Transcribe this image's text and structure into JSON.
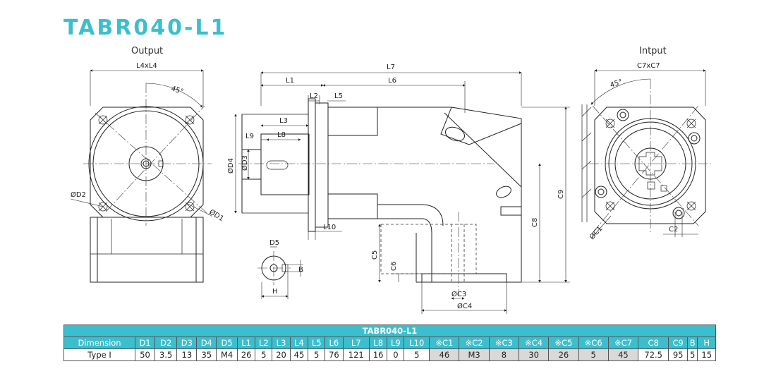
{
  "title": "TABR040-L1",
  "views": {
    "output_label": "Output",
    "input_label": "Intput"
  },
  "dimension_labels": {
    "l4xl4": "L4xL4",
    "angle_out": "45°",
    "d2": "ØD2",
    "d1": "ØD1",
    "l7": "L7",
    "l1": "L1",
    "l6": "L6",
    "l2": "L2",
    "l5": "L5",
    "l3": "L3",
    "l9": "L9",
    "l8": "L8",
    "d4": "ØD4",
    "d3": "ØD3",
    "l10": "L10",
    "c9": "C9",
    "c8": "C8",
    "c5": "C5",
    "c6": "C6",
    "c3": "ØC3",
    "c4": "ØC4",
    "d5": "D5",
    "b": "B",
    "h": "H",
    "c7xc7": "C7xC7",
    "angle_in": "45°",
    "c1": "ØC1",
    "c2": "C2"
  },
  "table": {
    "title": "TABR040-L1",
    "headers": [
      "Dimension",
      "D1",
      "D2",
      "D3",
      "D4",
      "D5",
      "L1",
      "L2",
      "L3",
      "L4",
      "L5",
      "L6",
      "L7",
      "L8",
      "L9",
      "L10",
      "※C1",
      "※C2",
      "※C3",
      "※C4",
      "※C5",
      "※C6",
      "※C7",
      "C8",
      "C9",
      "B",
      "H"
    ],
    "row": [
      "Type I",
      "50",
      "3.5",
      "13",
      "35",
      "M4",
      "26",
      "5",
      "20",
      "45",
      "5",
      "76",
      "121",
      "16",
      "0",
      "5",
      "46",
      "M3",
      "8",
      "30",
      "26",
      "5",
      "45",
      "72.5",
      "95",
      "5",
      "15"
    ]
  },
  "colors": {
    "accent": "#3bbfce",
    "shade": "#d9d9d9"
  }
}
